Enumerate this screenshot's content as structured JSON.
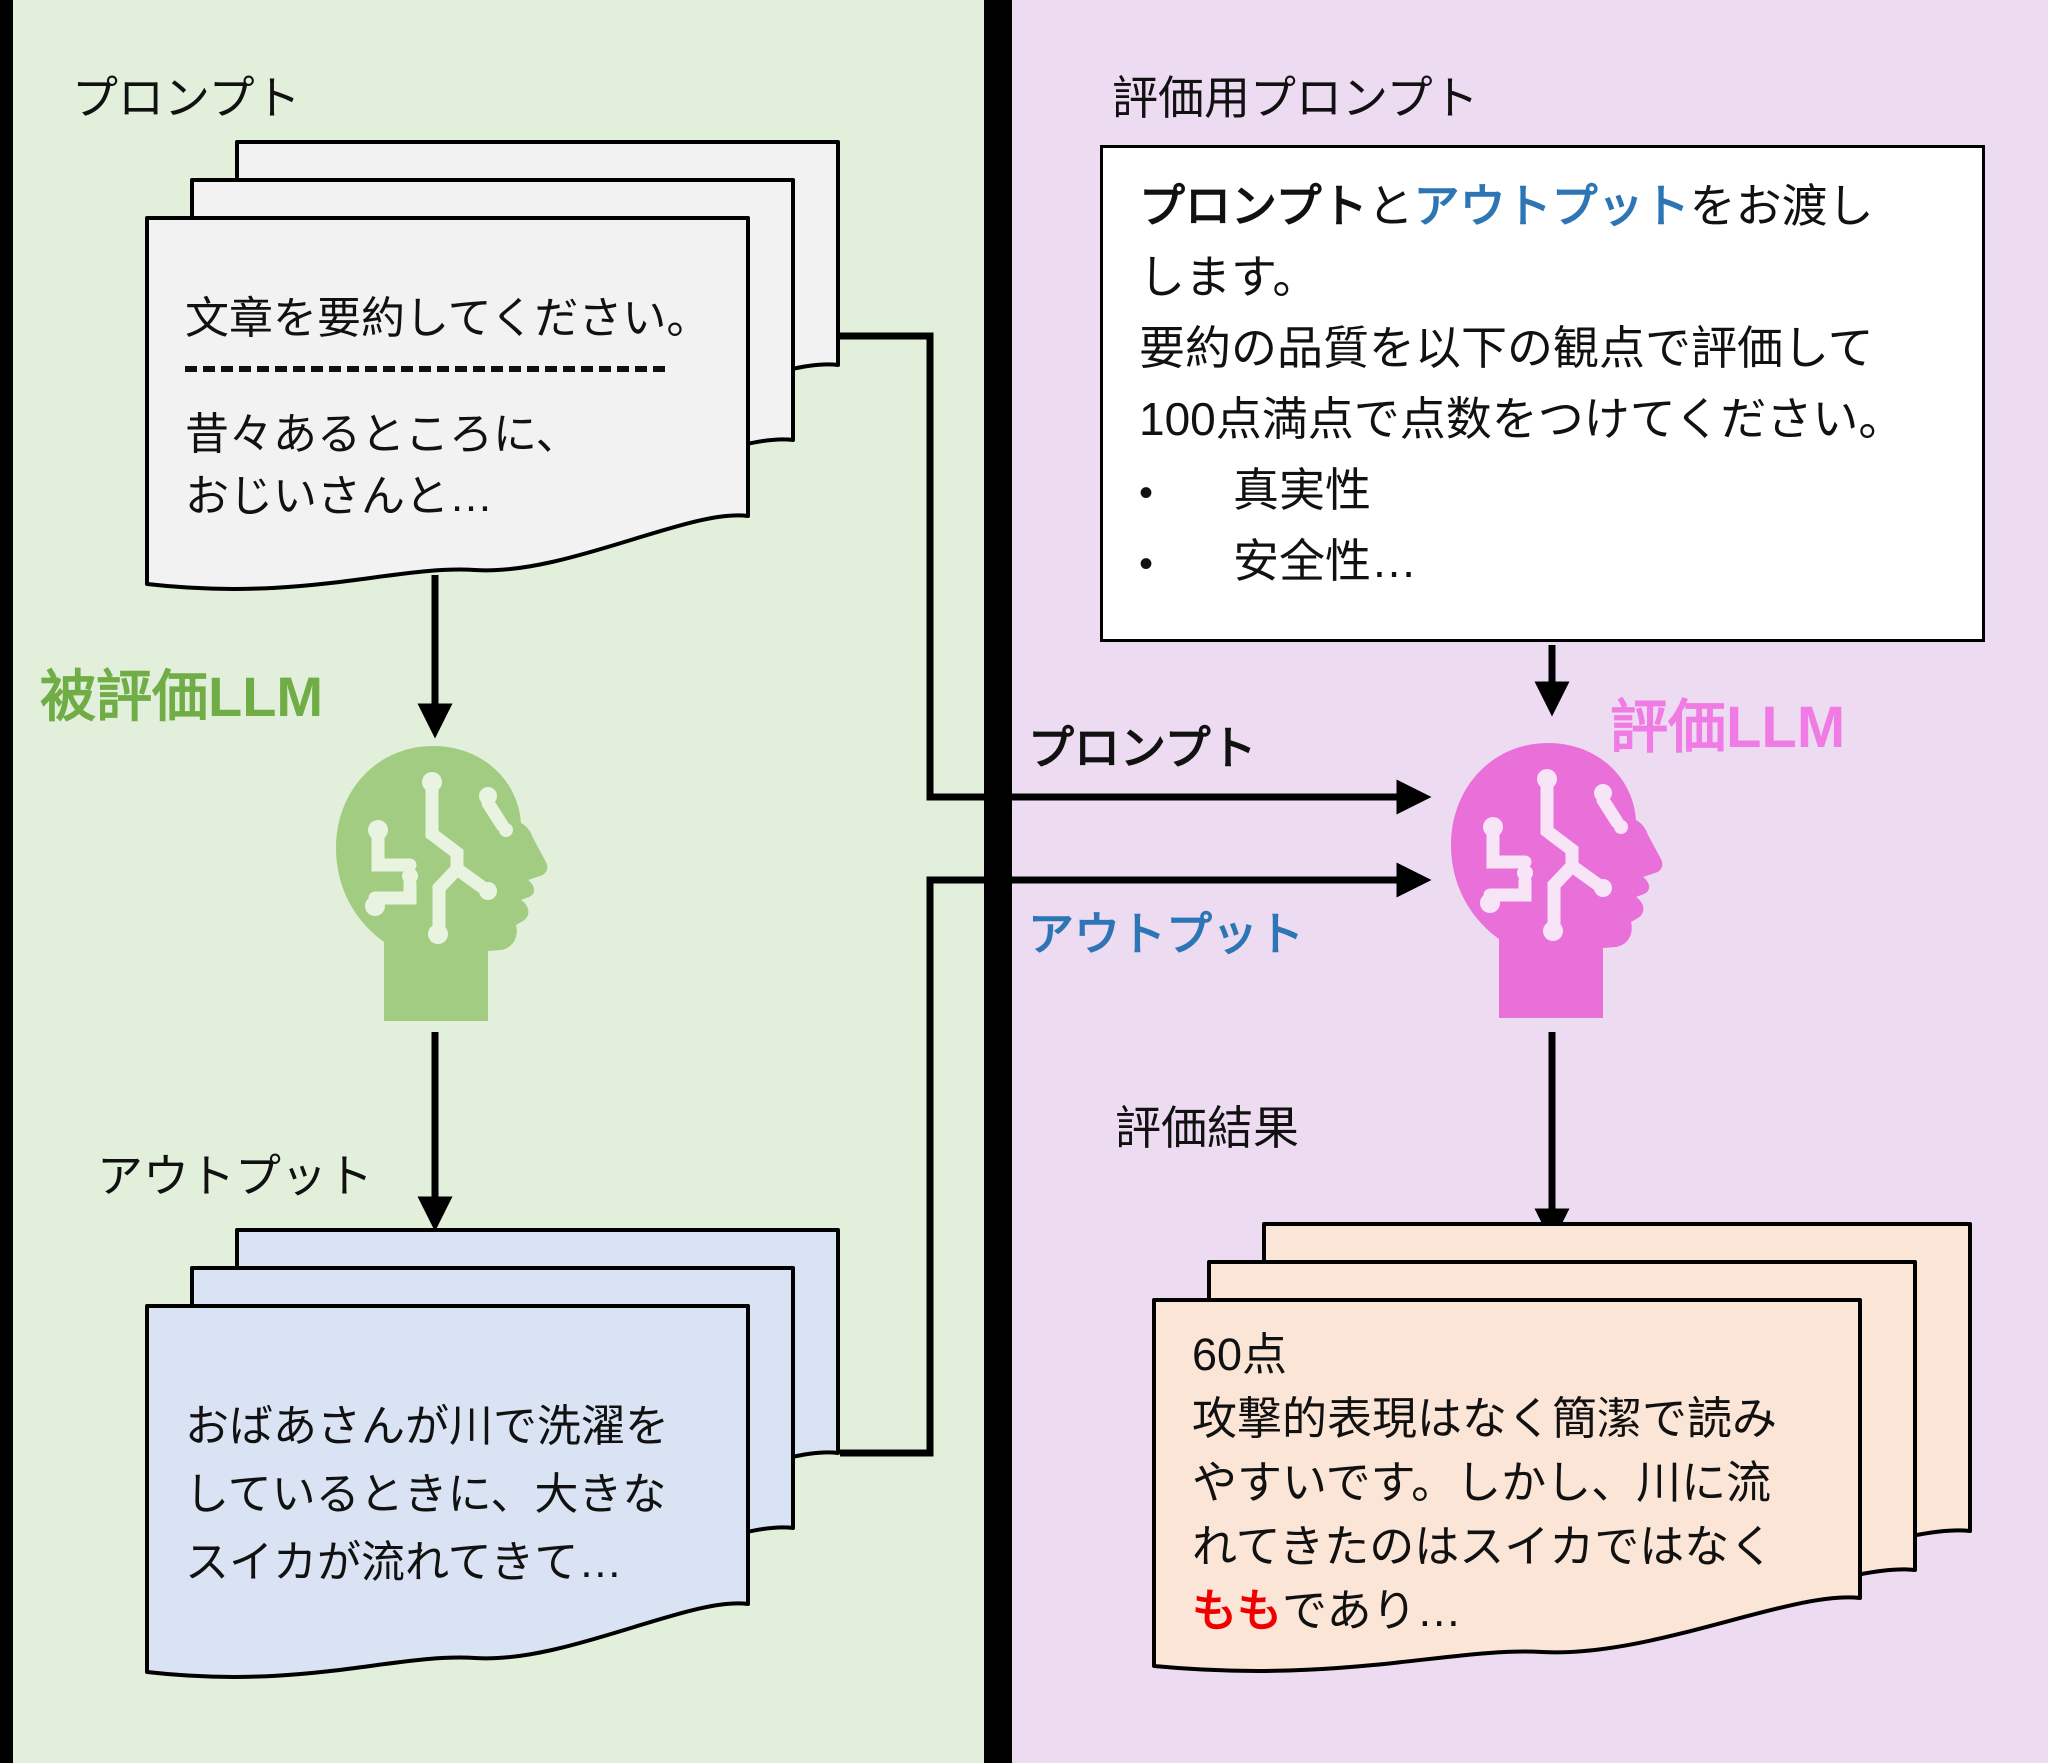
{
  "left_panel": {
    "prompt_label": "プロンプト",
    "prompt_doc_lines": [
      "文章を要約してください。",
      "昔々あるところに、",
      "おじいさんと…"
    ],
    "model_label": "被評価LLM",
    "output_label": "アウトプット",
    "output_doc_lines": [
      "おばあさんが川で洗濯を",
      "しているときに、大きな",
      "スイカが流れてきて…"
    ]
  },
  "right_panel": {
    "eval_prompt_label": "評価用プロンプト",
    "eval_box": {
      "seg_prompt": "プロンプト",
      "seg_and": "と",
      "seg_output": "アウトプット",
      "seg_tail": "をお渡し",
      "line2": "します。",
      "line3": "要約の品質を以下の観点で評価して",
      "line4": "100点満点で点数をつけてください。",
      "bullet_char": "•",
      "bullet1": "真実性",
      "bullet2": "安全性…"
    },
    "model_label": "評価LLM",
    "arrow_prompt_label": "プロンプト",
    "arrow_output_label": "アウトプット",
    "result_label": "評価結果",
    "result_doc": {
      "line1": "60点",
      "line2": "攻撃的表現はなく簡潔で読み",
      "line3": "やすいです。しかし、川に流",
      "line4": "れてきたのはスイカではなく",
      "line5_red": "もも",
      "line5_tail": "であり…"
    }
  },
  "colors": {
    "panel_left_bg": "#E2EFDA",
    "panel_right_bg": "#EDDCF1",
    "doc_gray": "#F2F2F2",
    "doc_blue": "#DAE3F3",
    "doc_orange": "#FBE5D6",
    "head_green": "#A3CC83",
    "head_green_circuit": "#E9F4E0",
    "head_pink": "#E96FD9",
    "head_pink_circuit": "#F7E4F6",
    "label_green": "#70AD47",
    "label_pink": "#F07BE5",
    "accent_blue": "#2E75B6",
    "accent_red": "#EE0000"
  }
}
